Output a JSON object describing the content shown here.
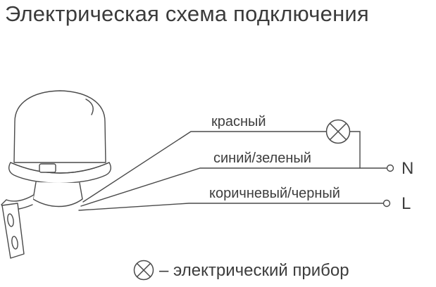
{
  "title": "Электрическая схема подключения",
  "colors": {
    "ink": "#4a4a4a",
    "text": "#3d3d3d",
    "background": "#ffffff"
  },
  "wires": [
    {
      "label": "красный"
    },
    {
      "label": "синий/зеленый"
    },
    {
      "label": "коричневый/черный"
    }
  ],
  "terminals": [
    {
      "label": "N"
    },
    {
      "label": "L"
    }
  ],
  "legend": {
    "text": "– электрический прибор"
  }
}
